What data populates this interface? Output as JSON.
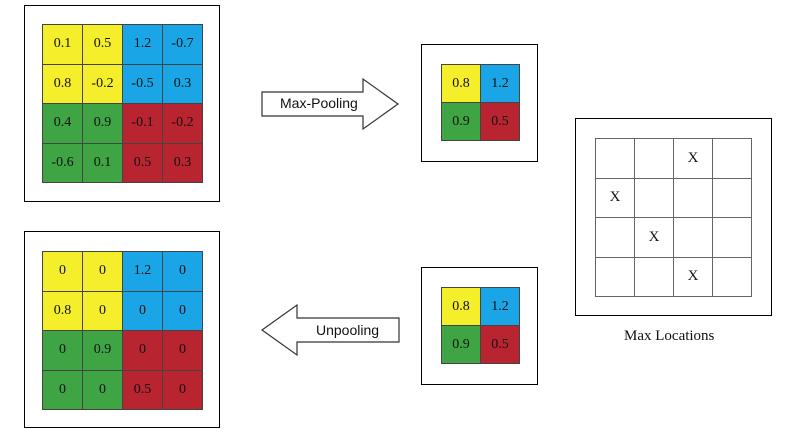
{
  "colors": {
    "yellow": "#f5ee2a",
    "blue": "#1aa6e6",
    "green": "#3fa444",
    "red": "#b8242f"
  },
  "input_matrix": {
    "values": [
      [
        "0.1",
        "0.5",
        "1.2",
        "-0.7"
      ],
      [
        "0.8",
        "-0.2",
        "-0.5",
        "0.3"
      ],
      [
        "0.4",
        "0.9",
        "-0.1",
        "-0.2"
      ],
      [
        "-0.6",
        "0.1",
        "0.5",
        "0.3"
      ]
    ],
    "colors": [
      [
        "yellow",
        "yellow",
        "blue",
        "blue"
      ],
      [
        "yellow",
        "yellow",
        "blue",
        "blue"
      ],
      [
        "green",
        "green",
        "red",
        "red"
      ],
      [
        "green",
        "green",
        "red",
        "red"
      ]
    ]
  },
  "pooled_matrix": {
    "values": [
      [
        "0.8",
        "1.2"
      ],
      [
        "0.9",
        "0.5"
      ]
    ],
    "colors": [
      [
        "yellow",
        "blue"
      ],
      [
        "green",
        "red"
      ]
    ]
  },
  "pooled_matrix_copy": {
    "values": [
      [
        "0.8",
        "1.2"
      ],
      [
        "0.9",
        "0.5"
      ]
    ],
    "colors": [
      [
        "yellow",
        "blue"
      ],
      [
        "green",
        "red"
      ]
    ]
  },
  "unpooled_matrix": {
    "values": [
      [
        "0",
        "0",
        "1.2",
        "0"
      ],
      [
        "0.8",
        "0",
        "0",
        "0"
      ],
      [
        "0",
        "0.9",
        "0",
        "0"
      ],
      [
        "0",
        "0",
        "0.5",
        "0"
      ]
    ],
    "colors": [
      [
        "yellow",
        "yellow",
        "blue",
        "blue"
      ],
      [
        "yellow",
        "yellow",
        "blue",
        "blue"
      ],
      [
        "green",
        "green",
        "red",
        "red"
      ],
      [
        "green",
        "green",
        "red",
        "red"
      ]
    ]
  },
  "max_locations": {
    "values": [
      [
        "",
        "",
        "X",
        ""
      ],
      [
        "X",
        "",
        "",
        ""
      ],
      [
        "",
        "X",
        "",
        ""
      ],
      [
        "",
        "",
        "X",
        ""
      ]
    ],
    "caption": "Max Locations"
  },
  "arrows": {
    "forward_label": "Max-Pooling",
    "backward_label": "Unpooling"
  }
}
